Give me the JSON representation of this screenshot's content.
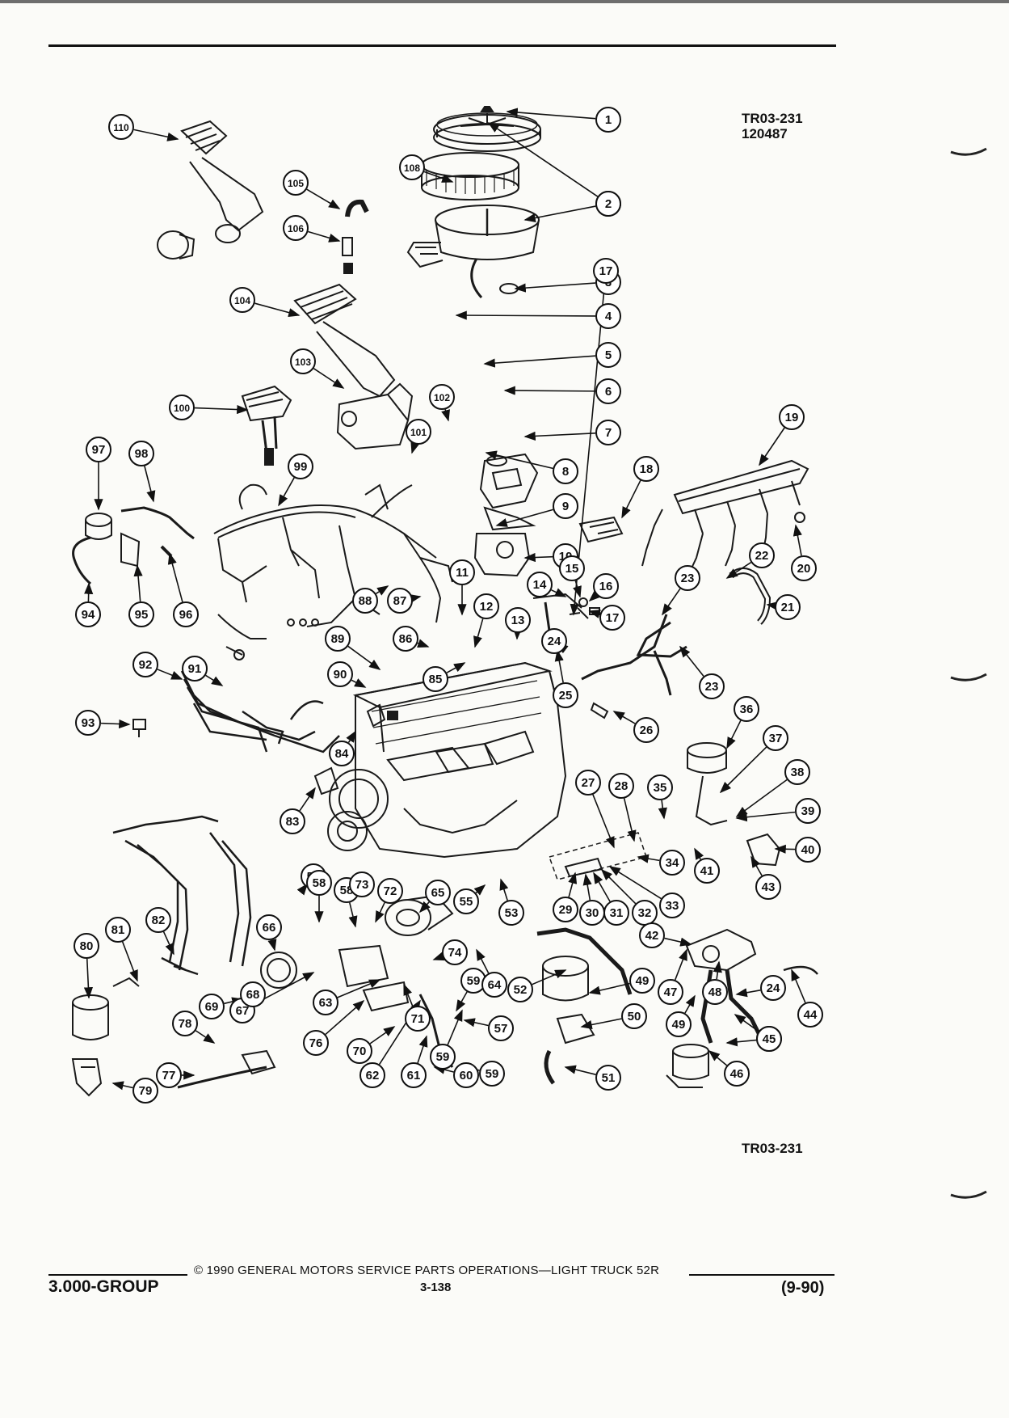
{
  "figure": {
    "id_top": "TR03-231",
    "date_code": "120487",
    "id_bottom": "TR03-231"
  },
  "footer": {
    "copyright": "©  1990  GENERAL MOTORS SERVICE PARTS OPERATIONS—LIGHT TRUCK 52R",
    "group": "3.000-GROUP",
    "page": "3-138",
    "date": "(9-90)"
  },
  "callouts": [
    "1",
    "2",
    "2",
    "3",
    "4",
    "5",
    "6",
    "7",
    "8",
    "9",
    "10",
    "11",
    "12",
    "13",
    "14",
    "15",
    "16",
    "17",
    "17",
    "18",
    "19",
    "20",
    "21",
    "22",
    "23",
    "23",
    "24",
    "24",
    "24",
    "25",
    "26",
    "27",
    "28",
    "29",
    "30",
    "31",
    "32",
    "33",
    "34",
    "35",
    "36",
    "37",
    "38",
    "39",
    "40",
    "41",
    "42",
    "43",
    "44",
    "45",
    "46",
    "47",
    "48",
    "49",
    "49",
    "50",
    "51",
    "52",
    "53",
    "55",
    "56",
    "57",
    "58",
    "58",
    "59",
    "59",
    "59",
    "60",
    "61",
    "62",
    "63",
    "64",
    "65",
    "66",
    "67",
    "68",
    "69",
    "70",
    "71",
    "72",
    "73",
    "74",
    "76",
    "77",
    "78",
    "79",
    "80",
    "81",
    "82",
    "83",
    "84",
    "85",
    "86",
    "87",
    "88",
    "89",
    "90",
    "91",
    "92",
    "93",
    "94",
    "95",
    "96",
    "97",
    "98",
    "99",
    "100",
    "101",
    "102",
    "103",
    "104",
    "105",
    "106",
    "108",
    "110"
  ]
}
